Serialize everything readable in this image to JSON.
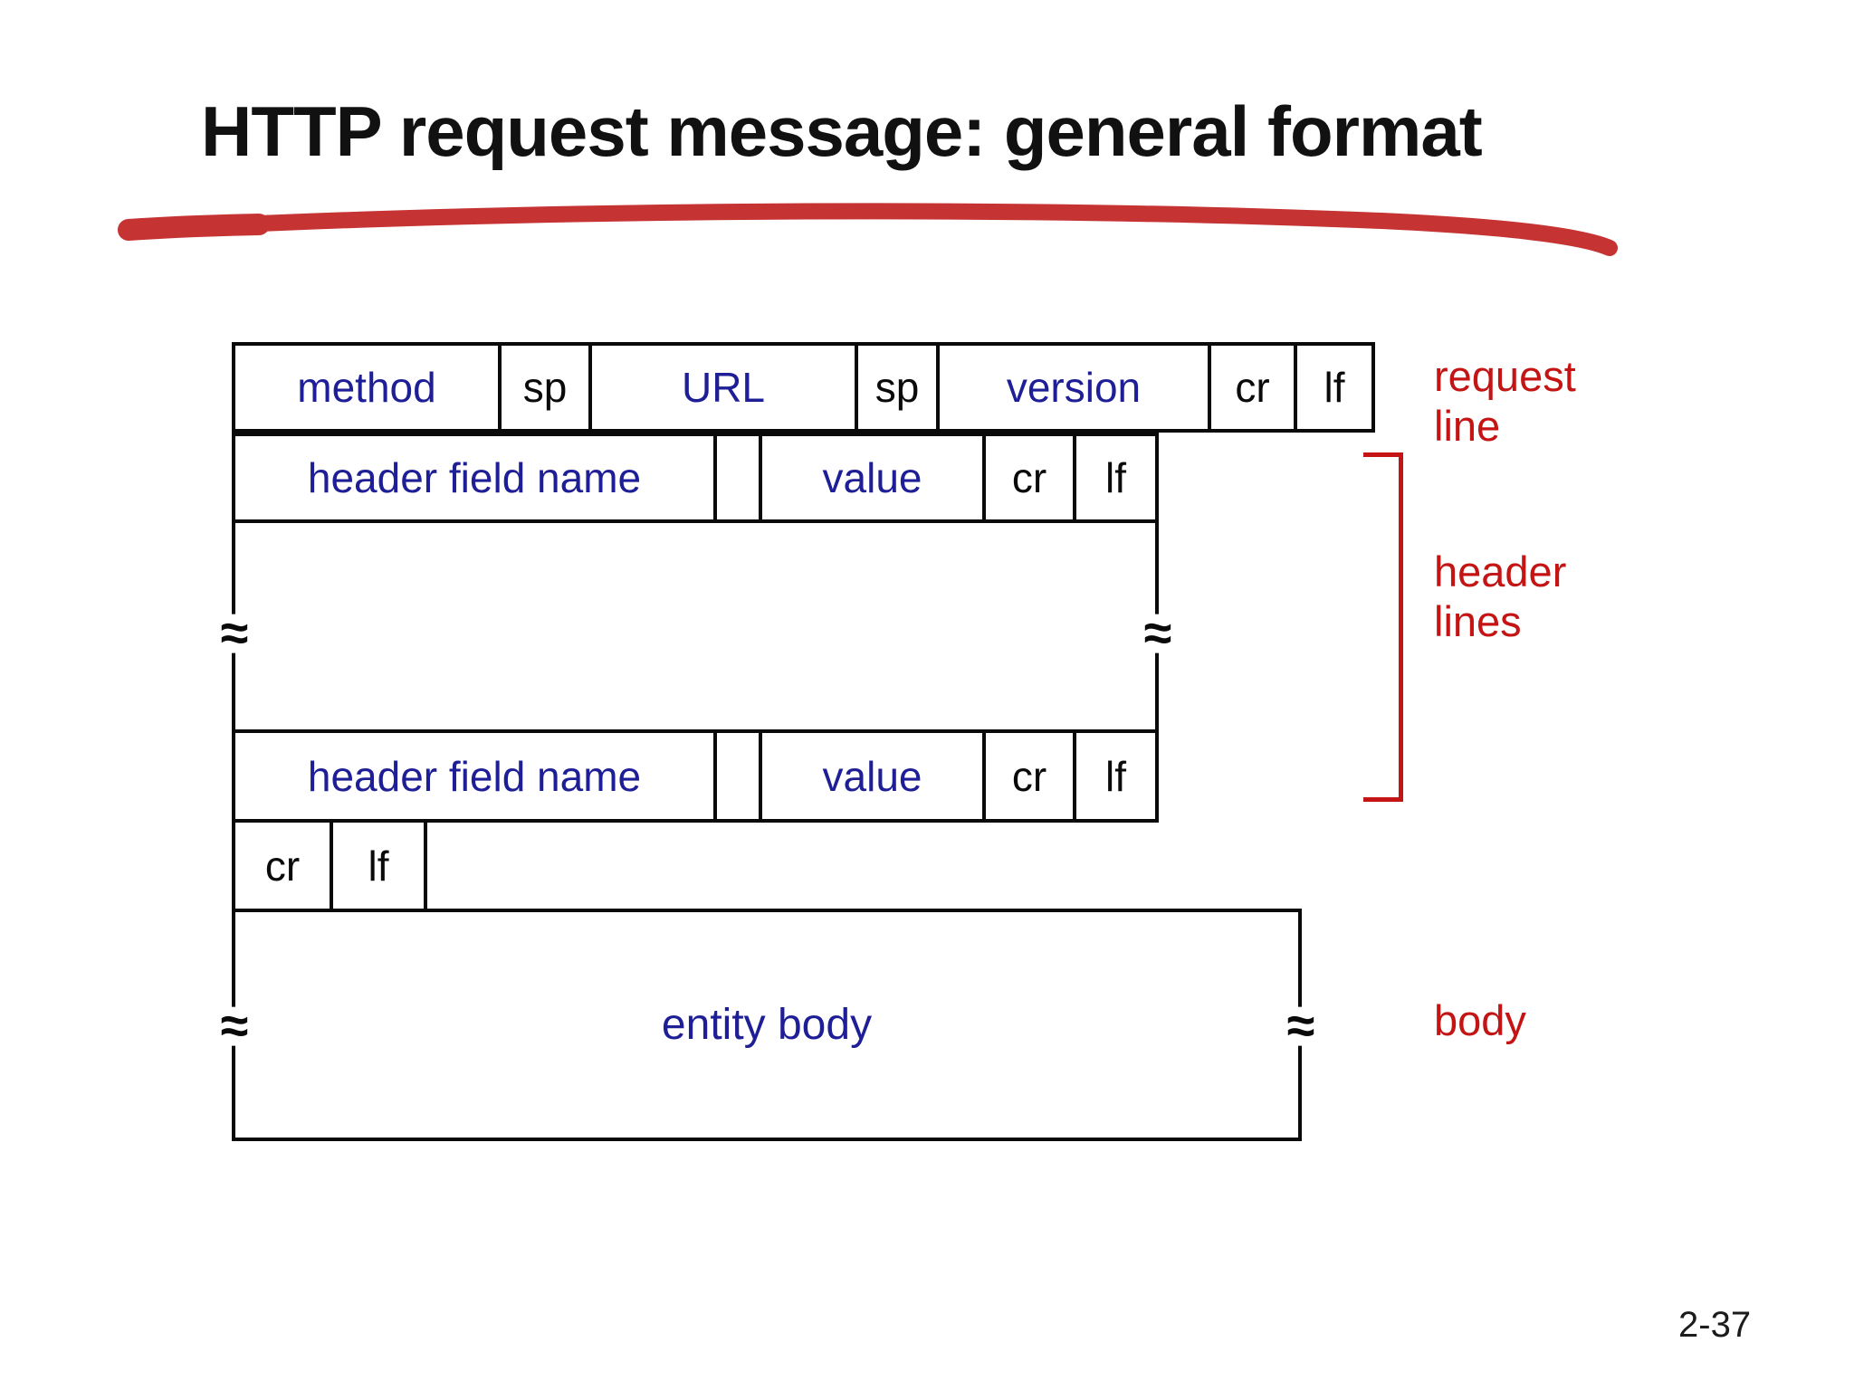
{
  "title": "HTTP request message: general format",
  "page_number": "2-37",
  "colors": {
    "field_text_blue": "#1E1E96",
    "annotation_red": "#C41414",
    "underline_red": "#C63333",
    "line_black": "#0a0a0a",
    "background": "#ffffff"
  },
  "glyphs": {
    "continuation": "≈"
  },
  "diagram": {
    "request_line": {
      "cells": [
        "method",
        "sp",
        "URL",
        "sp",
        "version",
        "cr",
        "lf"
      ]
    },
    "header_line": {
      "cells": [
        "header field name",
        "",
        "value",
        "cr",
        "lf"
      ]
    },
    "blank_line": {
      "cells": [
        "cr",
        "lf"
      ]
    },
    "entity_body_label": "entity body"
  },
  "annotations": {
    "request_line": {
      "line1": "request",
      "line2": "line"
    },
    "header_lines": {
      "line1": "header",
      "line2": "lines"
    },
    "body": "body"
  }
}
